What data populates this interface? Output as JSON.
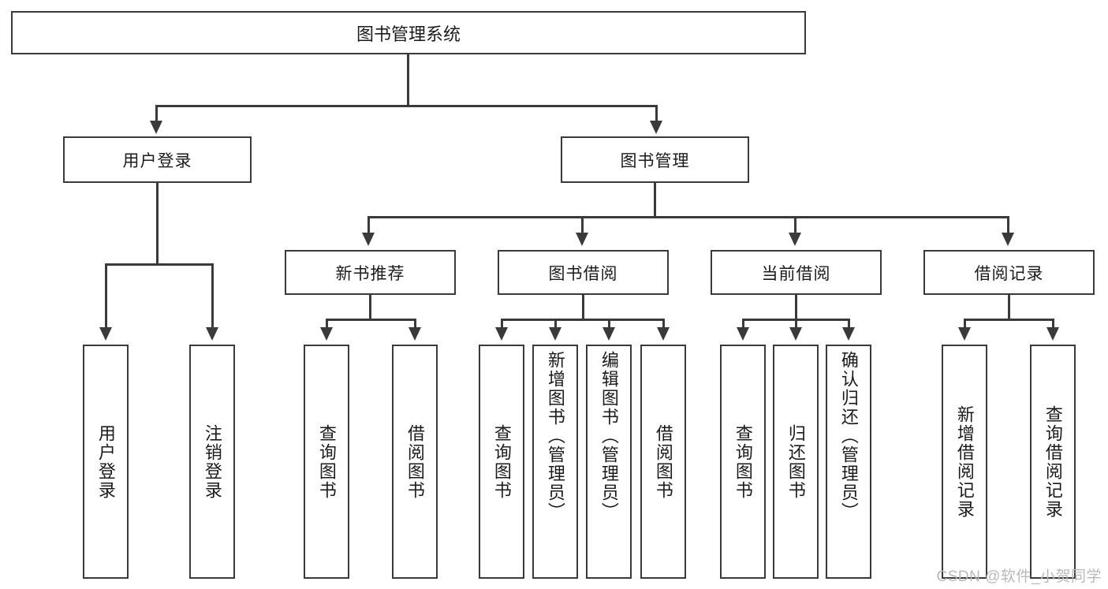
{
  "diagram": {
    "title": "图书管理系统",
    "type": "tree",
    "watermark": "CSDN @软件_小贺同学",
    "colors": {
      "border": "#3a3a3a",
      "background": "#ffffff",
      "text": "#1b1b1b",
      "watermark": "#b9b9b9"
    },
    "root": {
      "label": "图书管理系统"
    },
    "level1": [
      {
        "label": "用户登录"
      },
      {
        "label": "图书管理"
      }
    ],
    "level2": [
      {
        "label": "新书推荐"
      },
      {
        "label": "图书借阅"
      },
      {
        "label": "当前借阅"
      },
      {
        "label": "借阅记录"
      }
    ],
    "leaves": {
      "user_login": [
        {
          "label": "用户登录"
        },
        {
          "label": "注销登录"
        }
      ],
      "new_book": [
        {
          "label": "查询图书"
        },
        {
          "label": "借阅图书"
        }
      ],
      "book_borrow": [
        {
          "label": "查询图书"
        },
        {
          "label": "新增图书（管理员）"
        },
        {
          "label": "编辑图书（管理员）"
        },
        {
          "label": "借阅图书"
        }
      ],
      "current_borrow": [
        {
          "label": "查询图书"
        },
        {
          "label": "归还图书"
        },
        {
          "label": "确认归还（管理员）"
        }
      ],
      "borrow_record": [
        {
          "label": "新增借阅记录"
        },
        {
          "label": "查询借阅记录"
        }
      ]
    }
  }
}
